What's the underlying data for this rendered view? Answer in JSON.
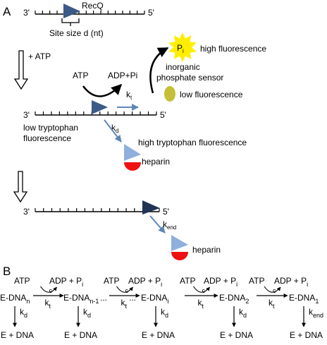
{
  "panel_a": {
    "label": "A",
    "top_strand": {
      "left_end": "3'",
      "right_end": "5'"
    },
    "enzyme_label": "RecQ",
    "site_size": "Site size d (nt)",
    "atp_step": "+ ATP",
    "atp": "ATP",
    "adp_pi": "ADP+Pi",
    "kt": {
      "base": "k",
      "sub": "t"
    },
    "pi": {
      "base": "P",
      "sub": "i"
    },
    "high_fluorescence": "high fluorescence",
    "sensor_line1": "inorganic",
    "sensor_line2": "phosphate sensor",
    "low_fluorescence": "low fluorescence",
    "mid_strand": {
      "left_end": "3'",
      "right_end": "5'"
    },
    "low_trp_line1": "low tryptophan",
    "low_trp_line2": "fluorescence",
    "kd": {
      "base": "k",
      "sub": "d"
    },
    "high_trp": "high tryptophan fluorescence",
    "heparin": "heparin",
    "bottom_strand": {
      "left_end": "3'",
      "right_end": "5'"
    },
    "kend": {
      "base": "k",
      "sub": "end"
    },
    "heparin2": "heparin"
  },
  "panel_b": {
    "label": "B",
    "c_label": "c",
    "units": [
      {
        "atp": "ATP",
        "adp": "ADP + P",
        "adp_sub": "i"
      },
      {
        "atp": "ATP",
        "adp": "ADP + P",
        "adp_sub": "i"
      },
      {
        "atp": "ATP",
        "adp": "ADP + P",
        "adp_sub": "i"
      },
      {
        "atp": "ATP",
        "adp": "ADP + P",
        "adp_sub": "i"
      }
    ],
    "kt_base": "k",
    "kt_sub": "t",
    "species": [
      {
        "base": "E-DNA",
        "sub": "n",
        "k_base": "k",
        "k_sub": "d",
        "product": "E + DNA"
      },
      {
        "base": "E-DNA",
        "sub": "n-1",
        "k_base": "k",
        "k_sub": "d",
        "product": "E + DNA"
      },
      {
        "base": "E-DNA",
        "sub": "i",
        "k_base": "k",
        "k_sub": "d",
        "product": "E + DNA"
      },
      {
        "base": "E-DNA",
        "sub": "2",
        "k_base": "k",
        "k_sub": "d",
        "product": "E + DNA"
      },
      {
        "base": "E-DNA",
        "sub": "1",
        "k_base": "k",
        "k_sub": "end",
        "product": "E + DNA"
      }
    ],
    "ellipsis": "...",
    "ellipsis2": "..."
  },
  "colors": {
    "dark_triangle": "#3b5a87",
    "darker_triangle": "#1f3455",
    "light_triangle": "#8fb0dc",
    "arrow_blue": "#5e86b5",
    "heparin_red": "#ee1111",
    "pi_star": "#ffee00",
    "sensor_olive": "#c4bf36"
  }
}
